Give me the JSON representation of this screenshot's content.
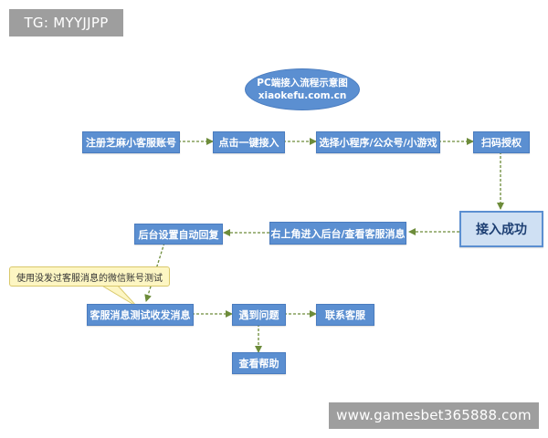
{
  "badges": {
    "top_left": "TG: MYYJJPP",
    "bottom_right": "www.gamesbet365888.com"
  },
  "title": {
    "line1": "PC端接入流程示意图",
    "line2": "xiaokefu.com.cn"
  },
  "steps": {
    "register": "注册芝麻小客服账号",
    "one_click": "点击一键接入",
    "choose": "选择小程序/公众号/小游戏",
    "scan": "扫码授权",
    "success": "接入成功",
    "backend": "右上角进入后台/查看客服消息",
    "auto_reply": "后台设置自动回复",
    "test_msg": "客服消息测试收发消息",
    "problem": "遇到问题",
    "contact": "联系客服",
    "help": "查看帮助"
  },
  "note": "使用没发过客服消息的微信账号测试",
  "colors": {
    "node": "#5b8fd1",
    "success_fill": "#cfe0f3",
    "connector": "#6d8c3a",
    "note_fill": "#fdf6c3",
    "badge": "#9e9e9e"
  }
}
